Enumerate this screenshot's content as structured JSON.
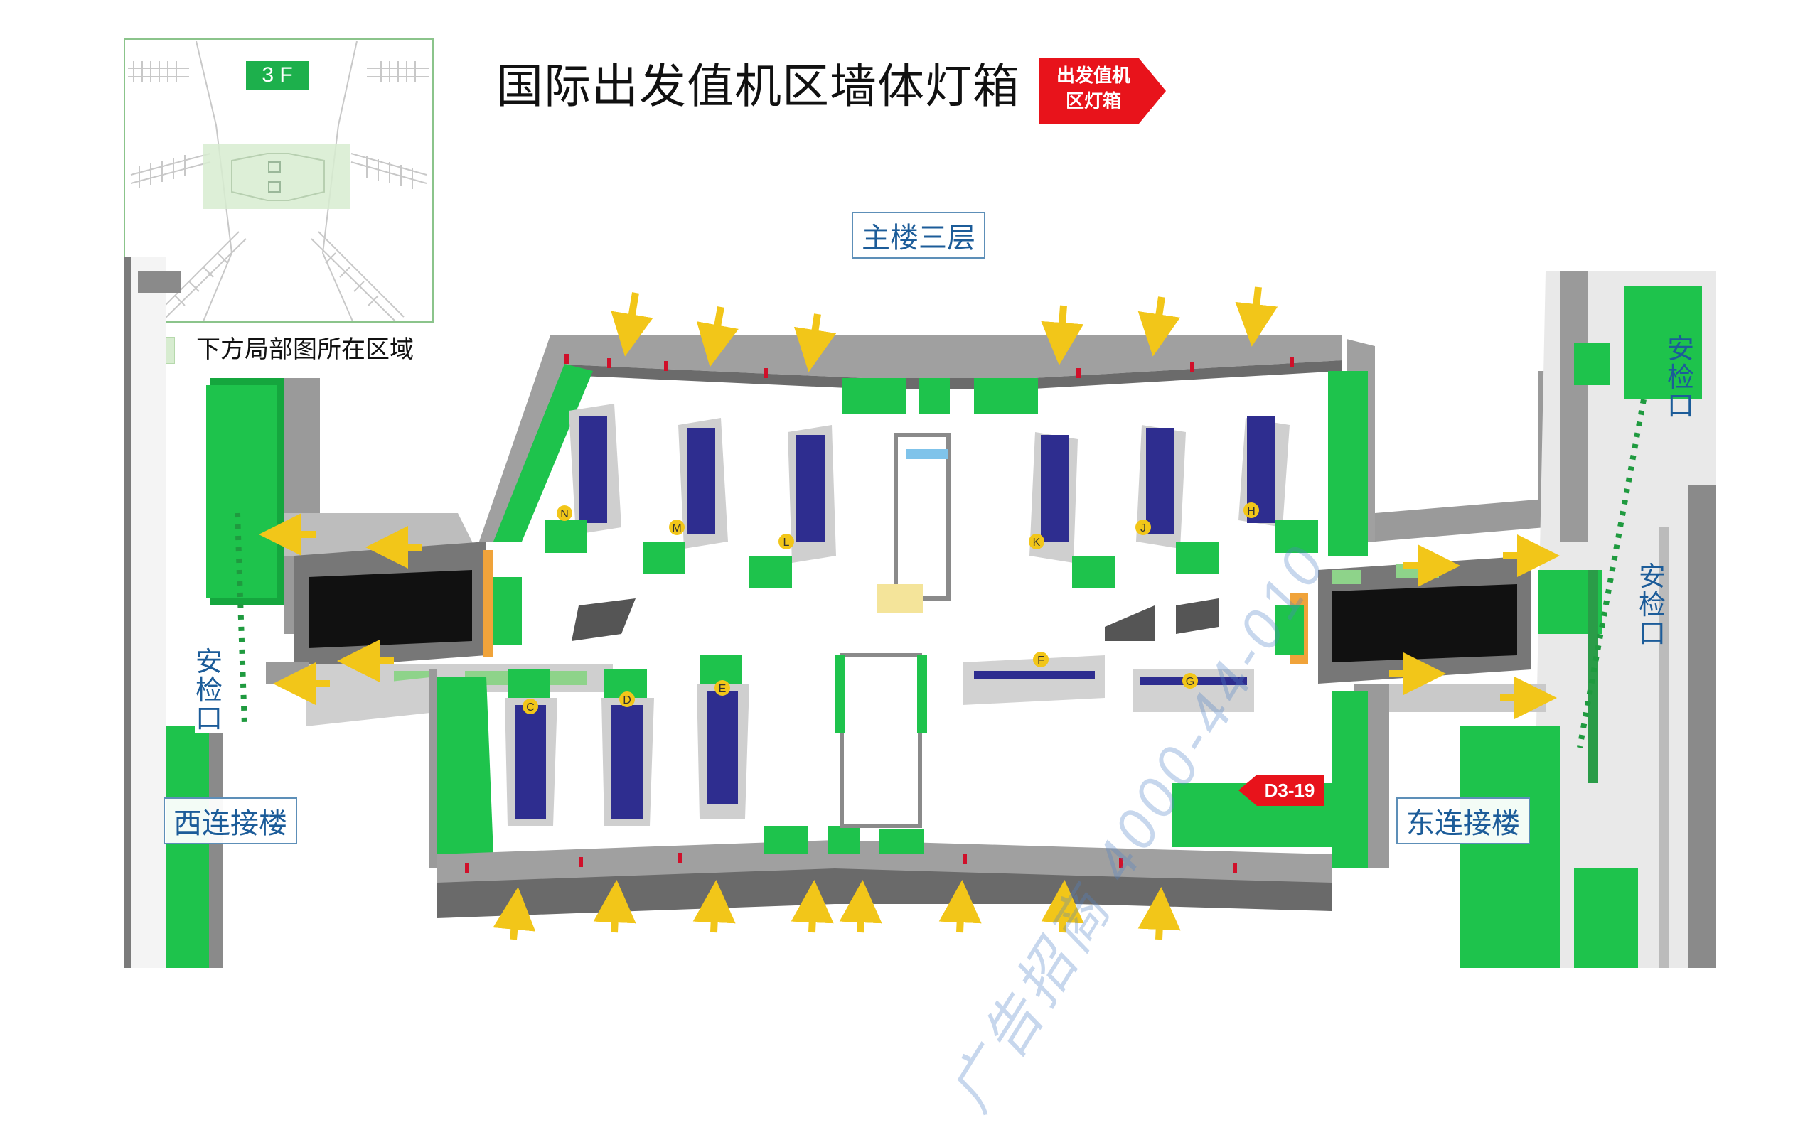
{
  "title": "国际出发值机区墙体灯箱",
  "tag": {
    "line1": "出发值机",
    "line2": "区灯箱",
    "color": "#e8131b"
  },
  "inset": {
    "floor": "3 F",
    "legend": "下方局部图所在区域",
    "highlight_color": "#d7ecd0"
  },
  "labels": {
    "main_building": "主楼三层",
    "security_left": "安检口",
    "security_right_top": "安检口",
    "security_right_mid": "安检口",
    "west_connector": "西连接楼",
    "east_connector": "东连接楼",
    "lightbox_id": "D3-19"
  },
  "watermark": "广告招商 4000-44-010",
  "counters_top": [
    "N",
    "M",
    "L",
    "K",
    "J",
    "H"
  ],
  "counters_bottom": [
    "C",
    "D",
    "E"
  ],
  "counters_bottom_right": [
    "F",
    "G"
  ],
  "colors": {
    "block_green": "#1ec34c",
    "wall_gray": "#9a9a9a",
    "arrow_yellow": "#f2c619",
    "label_blue": "#1c5c99"
  }
}
